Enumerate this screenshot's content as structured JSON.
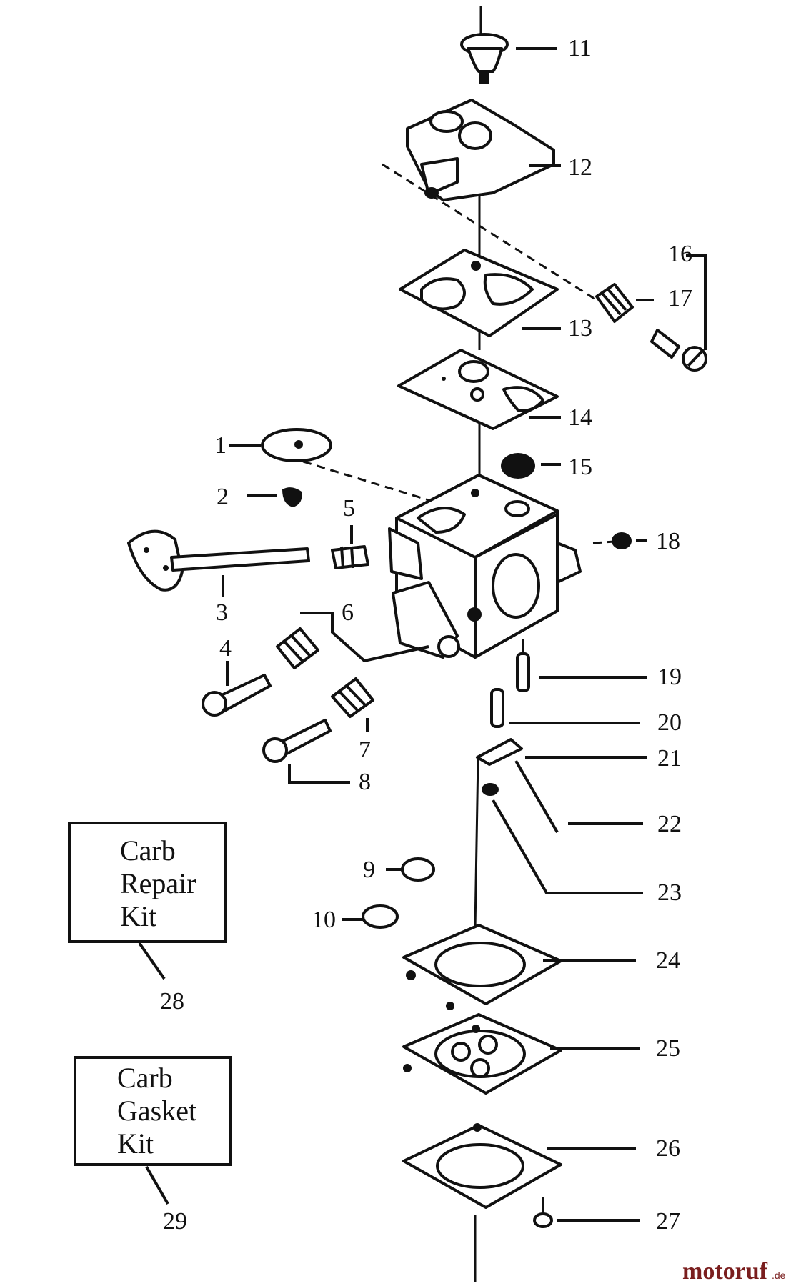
{
  "labels": {
    "p1": "1",
    "p2": "2",
    "p3": "3",
    "p4": "4",
    "p5": "5",
    "p6": "6",
    "p7": "7",
    "p8": "8",
    "p9": "9",
    "p10": "10",
    "p11": "11",
    "p12": "12",
    "p13": "13",
    "p14": "14",
    "p15": "15",
    "p16": "16",
    "p17": "17",
    "p18": "18",
    "p19": "19",
    "p20": "20",
    "p21": "21",
    "p22": "22",
    "p23": "23",
    "p24": "24",
    "p25": "25",
    "p26": "26",
    "p27": "27",
    "p28": "28",
    "p29": "29"
  },
  "kits": {
    "repair": {
      "line1": "Carb",
      "line2": "Repair",
      "line3": "Kit"
    },
    "gasket": {
      "line1": "Carb",
      "line2": "Gasket",
      "line3": "Kit"
    }
  },
  "watermark": {
    "brand": "motoruf",
    "suffix": ".de"
  },
  "colors": {
    "ink": "#111111",
    "watermark": "#7a1e1e",
    "background": "#ffffff"
  }
}
